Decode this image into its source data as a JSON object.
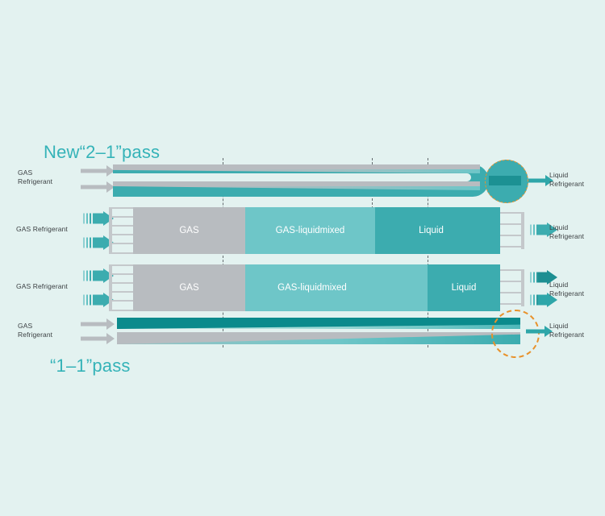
{
  "diagram": {
    "title_top": "New“2–1”pass",
    "title_bottom": "“1–1”pass",
    "accent_color": "#35b3b8",
    "colors": {
      "background": "#e3f2f0",
      "gray": "#b8bcc0",
      "light_teal": "#6ec6c8",
      "dark_teal": "#3cacaf",
      "deep_teal": "#0b8a8c",
      "highlight_orange": "#e8922c",
      "text": "#3c4043"
    }
  },
  "rows": [
    {
      "id": "row-top-pipe",
      "inlet_label": "GAS\nRefrigerant",
      "outlet_label": "Liquid\nRefrigerant",
      "inlet_arrow_count": 2,
      "outlet_arrow_count": 1,
      "segments": []
    },
    {
      "id": "row-two-pass-upper",
      "inlet_label": "GAS Refrigerant",
      "outlet_label": "Liquid\nRefrigerant",
      "inlet_arrow_count": 2,
      "outlet_arrow_count": 1,
      "segments": [
        {
          "label": "GAS",
          "color": "gray"
        },
        {
          "label": "GAS-liquidmixed",
          "color": "light_teal"
        },
        {
          "label": "Liquid",
          "color": "dark_teal"
        }
      ]
    },
    {
      "id": "row-one-pass-upper",
      "inlet_label": "GAS Refrigerant",
      "outlet_label": "Liquid\nRefrigerant",
      "inlet_arrow_count": 2,
      "outlet_arrow_count": 2,
      "segments": [
        {
          "label": "GAS",
          "color": "gray"
        },
        {
          "label": "GAS-liquidmixed",
          "color": "light_teal"
        },
        {
          "label": "Liquid",
          "color": "dark_teal"
        }
      ]
    },
    {
      "id": "row-bottom-pipe",
      "inlet_label": "GAS\nRefrigerant",
      "outlet_label": "Liquid\nRefrigerant",
      "inlet_arrow_count": 2,
      "outlet_arrow_count": 1,
      "segments": []
    }
  ],
  "annotations": [
    {
      "id": "highlight-outlet-top",
      "shape": "dashed-circle",
      "color": "#e8922c"
    },
    {
      "id": "highlight-outlet-bottom",
      "shape": "dashed-circle",
      "color": "#e8922c"
    }
  ],
  "guides": {
    "count": 2,
    "note": "vertical dashed phase-boundary guides"
  }
}
